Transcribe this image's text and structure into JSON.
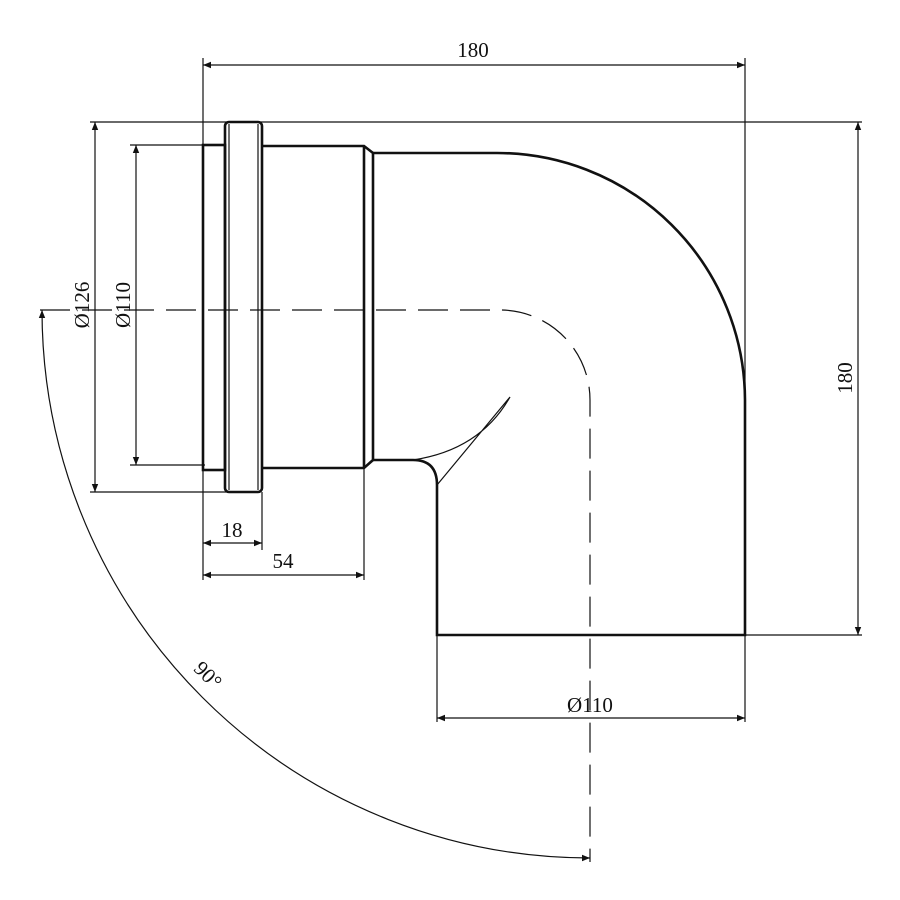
{
  "dimensions": {
    "overall_width": "180",
    "overall_height": "180",
    "socket_outer_diameter": "Ø126",
    "socket_inner_diameter": "Ø110",
    "seal_ring_width": "18",
    "socket_length": "54",
    "outlet_diameter": "Ø110",
    "bend_angle": "90°"
  },
  "colors": {
    "line": "#111111",
    "background": "#ffffff"
  }
}
